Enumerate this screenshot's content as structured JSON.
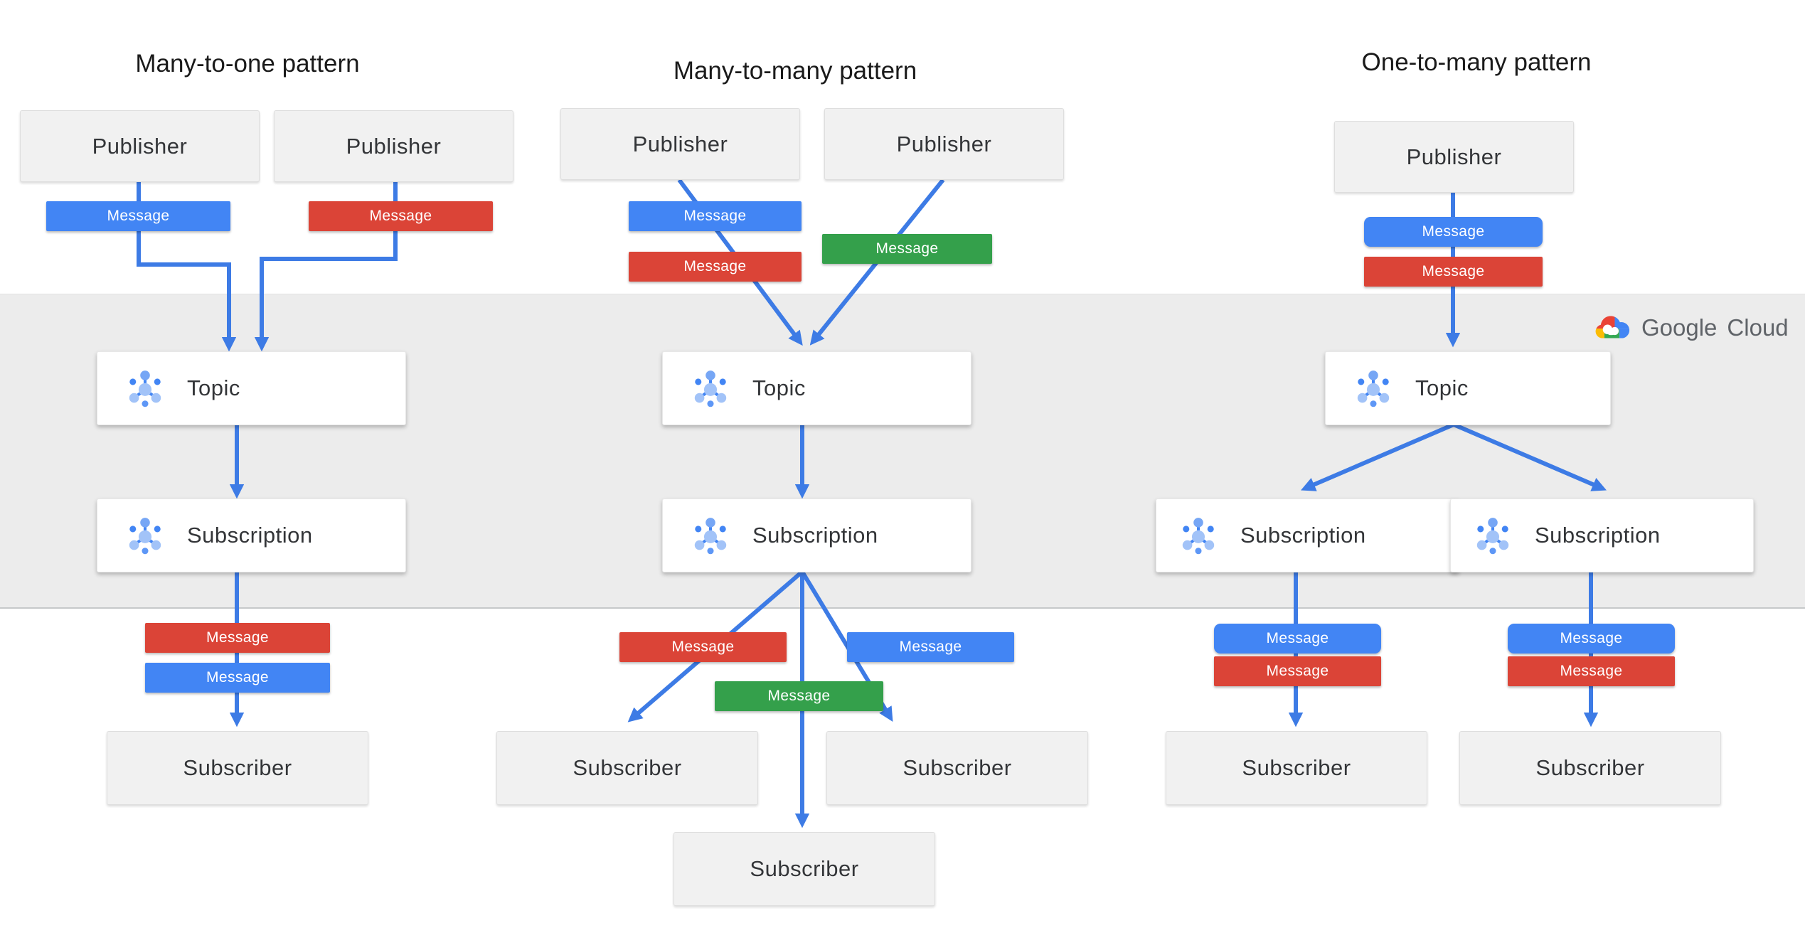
{
  "diagram": {
    "titles": {
      "many_to_one": "Many-to-one pattern",
      "many_to_many": "Many-to-many  pattern",
      "one_to_many": "One-to-many pattern"
    },
    "labels": {
      "publisher": "Publisher",
      "topic": "Topic",
      "subscription": "Subscription",
      "subscriber": "Subscriber",
      "message": "Message"
    },
    "logo": {
      "google": "Google",
      "cloud": "Cloud"
    },
    "colors": {
      "message_blue": "#4285F4",
      "message_red": "#DB4437",
      "message_green": "#34A04B",
      "arrow_blue": "#3D7BE5",
      "band_gray": "#ECECEC",
      "gray_box": "#F1F1F1",
      "white_box": "#FFFFFF",
      "logo_text_gray": "#5F6368",
      "logo_red": "#EA4335",
      "logo_blue": "#4285F4",
      "logo_green": "#34A853",
      "logo_yellow": "#FBBC05"
    }
  }
}
